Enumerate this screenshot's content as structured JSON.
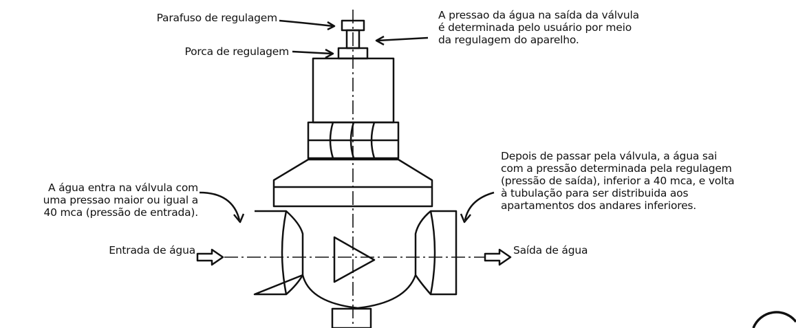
{
  "labels": {
    "screw": "Parafuso de regulagem",
    "nut": "Porca de regulagem",
    "user_note": [
      "A pressao da água na saída da válvula",
      "é determinada pelo usuário por meio",
      "da regulagem do aparelho."
    ],
    "inlet_note": [
      "A água entra na válvula com",
      "uma pressao maior ou igual a",
      "40 mca (pressão de entrada)."
    ],
    "outlet_note": [
      "Depois de passar pela válvula, a água sai",
      "com a pressão determinada pela regulagem",
      "(pressão de saída), inferior a 40 mca, e volta",
      "à tubulação para ser distribuida aos",
      "apartamentos dos andares inferiores."
    ],
    "water_in": "Entrada de água",
    "water_out": "Saída de água"
  }
}
